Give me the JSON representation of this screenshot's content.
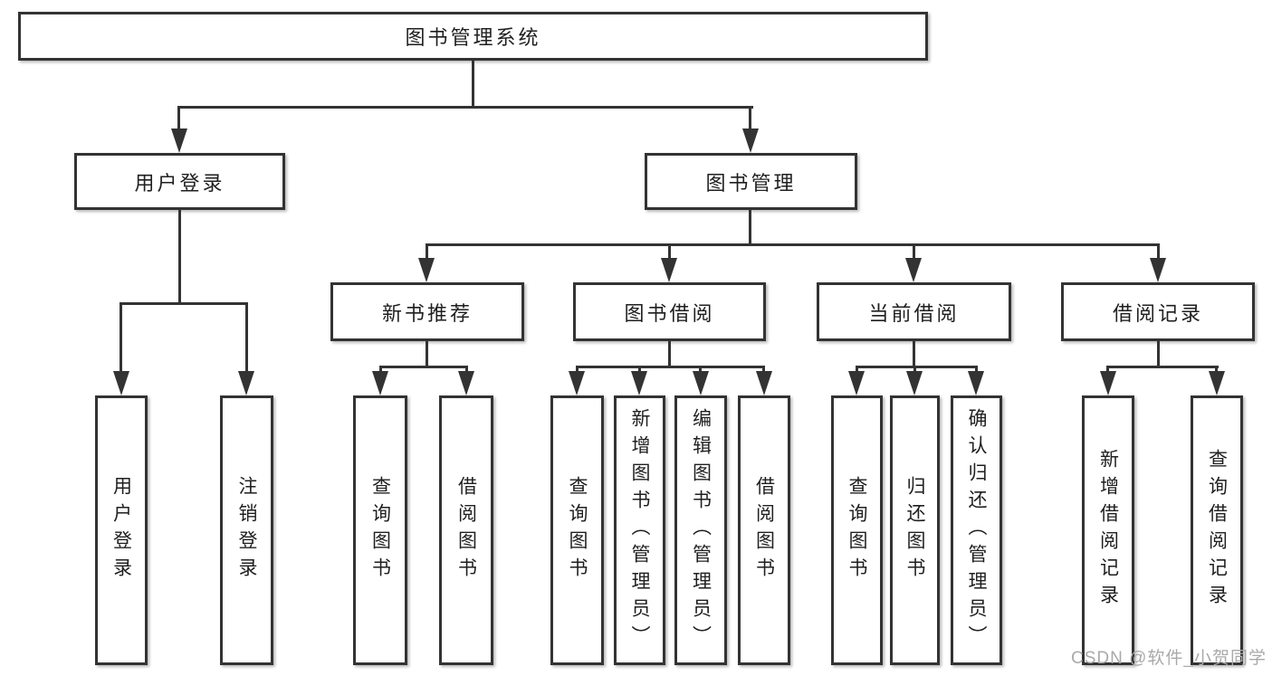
{
  "tree": {
    "label": "图书管理系统",
    "children": [
      {
        "label": "用户登录",
        "children": [
          {
            "label": "用户登录"
          },
          {
            "label": "注销登录"
          }
        ]
      },
      {
        "label": "图书管理",
        "children": [
          {
            "label": "新书推荐",
            "children": [
              {
                "label": "查询图书"
              },
              {
                "label": "借阅图书"
              }
            ]
          },
          {
            "label": "图书借阅",
            "children": [
              {
                "label": "查询图书"
              },
              {
                "label": "新增图书（管理员）"
              },
              {
                "label": "编辑图书（管理员）"
              },
              {
                "label": "借阅图书"
              }
            ]
          },
          {
            "label": "当前借阅",
            "children": [
              {
                "label": "查询图书"
              },
              {
                "label": "归还图书"
              },
              {
                "label": "确认归还（管理员）"
              }
            ]
          },
          {
            "label": "借阅记录",
            "children": [
              {
                "label": "新增借阅记录"
              },
              {
                "label": "查询借阅记录"
              }
            ]
          }
        ]
      }
    ]
  },
  "watermark": "CSDN @软件_小贺同学",
  "colors": {
    "line": "#333333",
    "box_border": "#333333",
    "text": "#1f1f1f",
    "watermark": "#a9a9a9",
    "background": "#ffffff"
  }
}
